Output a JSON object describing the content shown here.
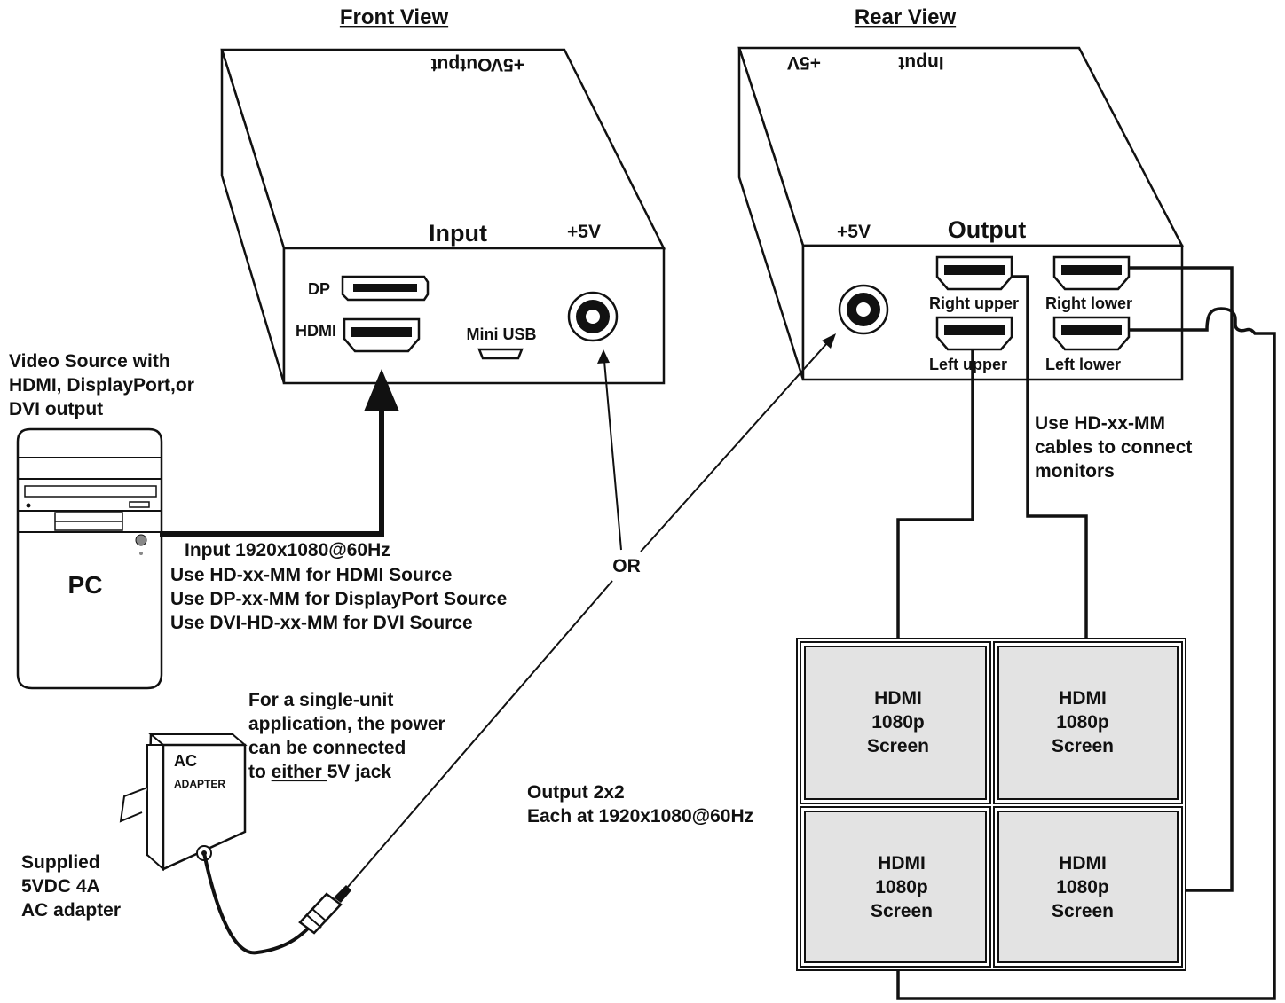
{
  "titles": {
    "front": "Front View",
    "rear": "Rear View"
  },
  "front_unit": {
    "top_label_output": "Output",
    "top_label_5v": "+5V",
    "label_input": "Input",
    "label_5v": "+5V",
    "port_dp": "DP",
    "port_hdmi": "HDMI",
    "port_mini_usb": "Mini USB"
  },
  "rear_unit": {
    "top_label_input": "Input",
    "top_label_5v": "+5V",
    "label_5v": "+5V",
    "label_output": "Output",
    "port_right_upper": "Right upper",
    "port_right_lower": "Right lower",
    "port_left_upper": "Left upper",
    "port_left_lower": "Left lower"
  },
  "source": {
    "heading_line1": "Video Source with",
    "heading_line2": "HDMI, DisplayPort,or",
    "heading_line3": "DVI output",
    "pc_label": "PC"
  },
  "input_notes": {
    "line1": "Input 1920x1080@60Hz",
    "line2": "Use HD-xx-MM for HDMI Source",
    "line3": "Use DP-xx-MM for DisplayPort Source",
    "line4": "Use DVI-HD-xx-MM for DVI Source"
  },
  "or_label": "OR",
  "power_note": {
    "line1": "For a single-unit",
    "line2": "application, the power",
    "line3": "can be connected",
    "line4_prefix": "to ",
    "line4_underlined": "either ",
    "line4_suffix": "5V jack"
  },
  "adapter": {
    "label_ac": "AC",
    "label_adapter": "ADAPTER",
    "caption_line1": "Supplied",
    "caption_line2": "5VDC 4A",
    "caption_line3": "AC adapter"
  },
  "cable_note": {
    "line1": "Use HD-xx-MM",
    "line2": "cables to connect",
    "line3": "monitors"
  },
  "output_note": {
    "line1": "Output 2x2",
    "line2": "Each at 1920x1080@60Hz"
  },
  "screens": [
    {
      "line1": "HDMI",
      "line2": "1080p",
      "line3": "Screen"
    },
    {
      "line1": "HDMI",
      "line2": "1080p",
      "line3": "Screen"
    },
    {
      "line1": "HDMI",
      "line2": "1080p",
      "line3": "Screen"
    },
    {
      "line1": "HDMI",
      "line2": "1080p",
      "line3": "Screen"
    }
  ]
}
